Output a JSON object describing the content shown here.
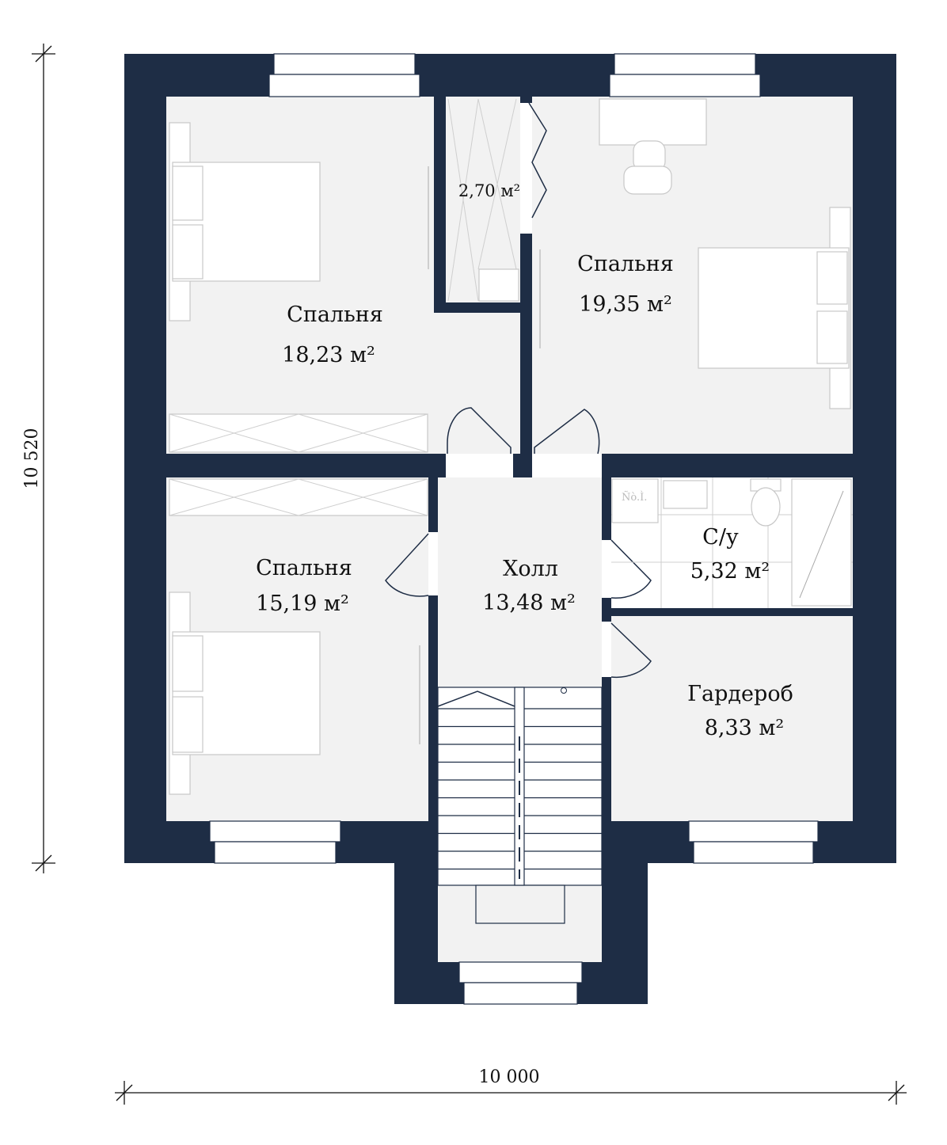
{
  "plan": {
    "rooms": [
      {
        "name": "Спальня",
        "area": "18,23 м²"
      },
      {
        "name": "Спальня",
        "area": "19,35 м²"
      },
      {
        "name": "Спальня",
        "area": "15,19 м²"
      },
      {
        "name": "Холл",
        "area": "13,48 м²"
      },
      {
        "name": "С/у",
        "area": "5,32 м²"
      },
      {
        "name": "Гардероб",
        "area": "8,33 м²"
      },
      {
        "name": "",
        "area": "2,70 м²"
      }
    ],
    "appliance_label": "Ñò.Ì.",
    "dimensions": {
      "height": "10 520",
      "width": "10 000"
    },
    "colors": {
      "wall": "#1e2d45",
      "floor": "#f2f2f2"
    }
  }
}
